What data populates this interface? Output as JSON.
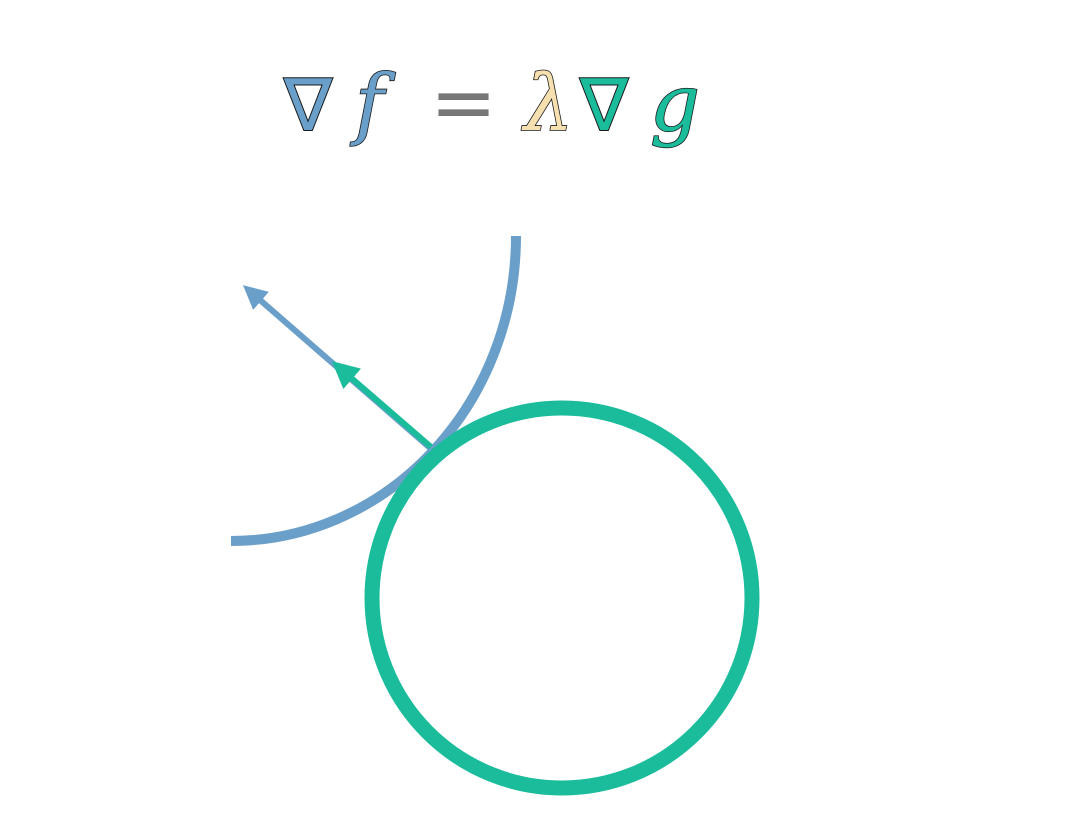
{
  "equation": {
    "nabla_f_symbol": "∇",
    "f_symbol": "f",
    "equals_symbol": "=",
    "lambda_symbol": "λ",
    "nabla_g_symbol": "∇",
    "g_symbol": "g"
  },
  "colors": {
    "gradient_f": "#6a9fca",
    "gradient_g": "#1abc9c",
    "lambda": "#f7e0b0",
    "equals": "#777777",
    "background": "#ffffff"
  }
}
